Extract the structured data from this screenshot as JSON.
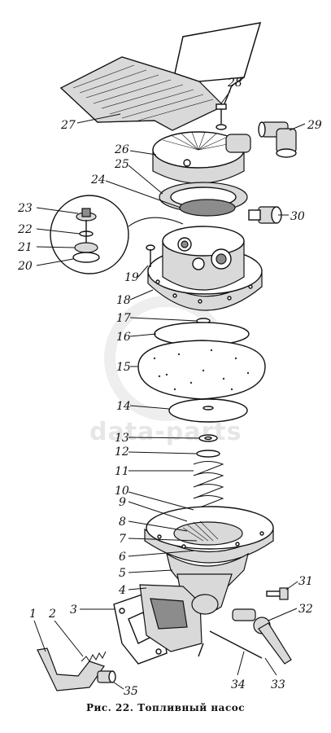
{
  "figure": {
    "caption": "Рис. 22. Топливный насос",
    "watermark": "data-parts"
  },
  "callouts": [
    "1",
    "2",
    "3",
    "4",
    "5",
    "6",
    "7",
    "8",
    "9",
    "10",
    "11",
    "12",
    "13",
    "14",
    "15",
    "16",
    "17",
    "18",
    "19",
    "20",
    "21",
    "22",
    "23",
    "24",
    "25",
    "26",
    "27",
    "28",
    "29",
    "30",
    "31",
    "32",
    "33",
    "34",
    "35"
  ]
}
